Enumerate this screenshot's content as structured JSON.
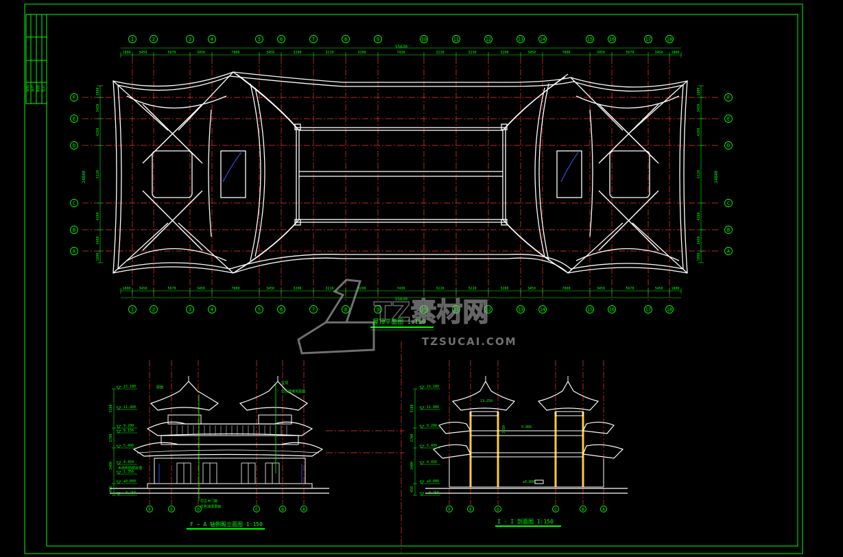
{
  "plan": {
    "title": "屋顶平面图  1:150",
    "total_width": "55630",
    "total_height": "24840",
    "col_labels": [
      "1",
      "2",
      "3",
      "4",
      "5",
      "6",
      "7",
      "8",
      "9",
      "10",
      "11",
      "12",
      "13",
      "14",
      "15",
      "16",
      "17",
      "18"
    ],
    "col_dims": [
      "1800",
      "3450",
      "5670",
      "3450",
      "7800",
      "3450",
      "3200",
      "3210",
      "3200",
      "7430",
      "3210",
      "3210",
      "3200",
      "3450",
      "7800",
      "3450",
      "5670",
      "3450",
      "1800"
    ],
    "row_labels": [
      "F",
      "E",
      "D",
      "C",
      "B",
      "A"
    ],
    "row_dims": [
      "1800",
      "3450",
      "4260",
      "6120",
      "4260",
      "3450",
      "1800"
    ]
  },
  "elevation": {
    "title": "F ~ A 轴侧殿立面图 1:150",
    "levels": [
      "15.180",
      "11.900",
      "9.200",
      "8.150",
      "5.400",
      "4.450",
      "1.350",
      "±0.000",
      "-0.450"
    ],
    "dims": [
      "5180",
      "2700",
      "3400",
      "450"
    ],
    "axis_labels": [
      "F",
      "E",
      "D",
      "C",
      "B",
      "A"
    ],
    "annotations": [
      "屋面",
      "宝顶",
      "仿古琉璃瓦屋面",
      "木结构防腐处理",
      "仿古木门窗",
      "红色油漆罩面"
    ]
  },
  "section": {
    "title": "I - I 剖面图  1:150",
    "levels": [
      "15.180",
      "11.900",
      "9.200",
      "5.400",
      "4.450",
      "±0.000",
      "-0.450"
    ],
    "dims": [
      "5180",
      "2700",
      "3400",
      "450"
    ],
    "axis_labels": [
      "F",
      "E",
      "D",
      "C",
      "B",
      "A"
    ],
    "inner_levels": [
      "13.250",
      "9.000",
      "3650",
      "±0.000"
    ]
  },
  "title_block": {
    "cells": [
      "设计",
      "制图",
      "校对",
      "审核"
    ]
  },
  "watermark": {
    "brand": "TZ素材网",
    "url": "TZSUCAI.COM"
  },
  "colors": {
    "background": "#000000",
    "frame": "#00ff00",
    "axis": "#ff3333",
    "roof": "#ffffff",
    "dims": "#00ff00",
    "columns": "#ffcc33"
  }
}
